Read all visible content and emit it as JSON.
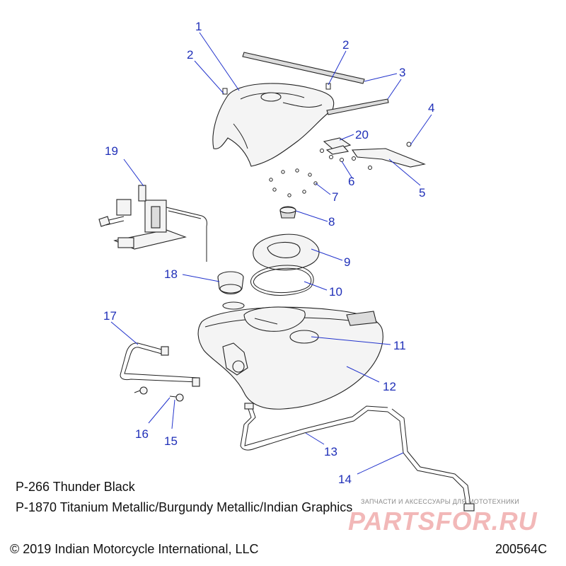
{
  "callouts": {
    "c1": "1",
    "c2a": "2",
    "c2b": "2",
    "c3": "3",
    "c4": "4",
    "c5": "5",
    "c6": "6",
    "c7": "7",
    "c8": "8",
    "c9": "9",
    "c10": "10",
    "c11": "11",
    "c12": "12",
    "c13": "13",
    "c14": "14",
    "c15": "15",
    "c16": "16",
    "c17": "17",
    "c18": "18",
    "c19": "19",
    "c20": "20"
  },
  "captions": {
    "variant_1": "P-266  Thunder Black",
    "variant_2": "P-1870 Titanium Metallic/Burgundy Metallic/Indian Graphics",
    "copyright": "© 2019 Indian Motorcycle International, LLC",
    "drawing_code": "200564C"
  },
  "watermark": {
    "tagline": "ЗАПЧАСТИ И АКСЕССУАРЫ ДЛЯ МОТОТЕХНИКИ",
    "brand": "PARTSFOR.RU"
  },
  "colors": {
    "callout": "#1f2fb8",
    "watermark": "#f2b8b8"
  }
}
